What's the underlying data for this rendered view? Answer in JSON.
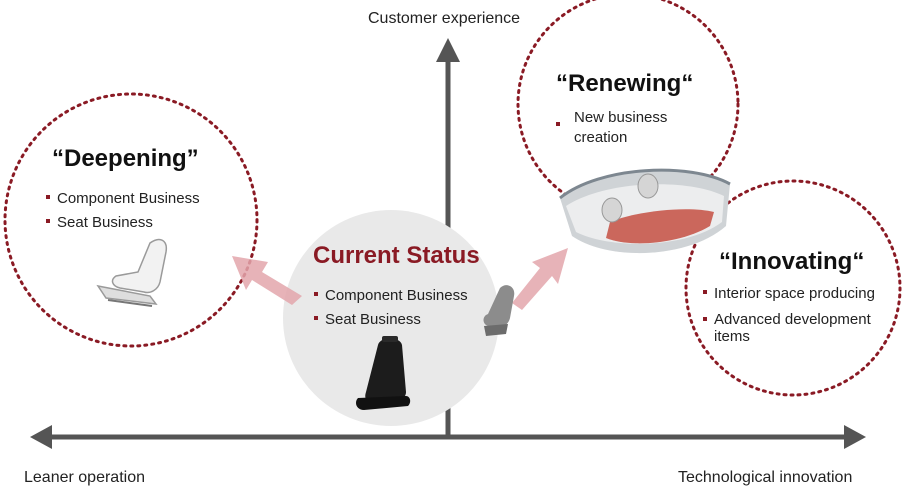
{
  "axes": {
    "vertical_label": "Customer experience",
    "left_label": "Leaner operation",
    "right_label": "Technological innovation"
  },
  "current": {
    "title": "Current Status",
    "items": [
      "Component Business",
      "Seat Business"
    ]
  },
  "deepening": {
    "title": "“Deepening”",
    "items": [
      "Component Business",
      "Seat Business"
    ]
  },
  "renewing": {
    "title": "“Renewing“",
    "items": [
      "New business creation"
    ]
  },
  "innovating": {
    "title": "“Innovating“",
    "items": [
      "Interior space producing",
      "Advanced development items"
    ]
  },
  "colors": {
    "accent": "#8a1a24",
    "axis": "#555555",
    "arrow": "#e3a6ab",
    "center_circle": "#e9e9e9"
  }
}
